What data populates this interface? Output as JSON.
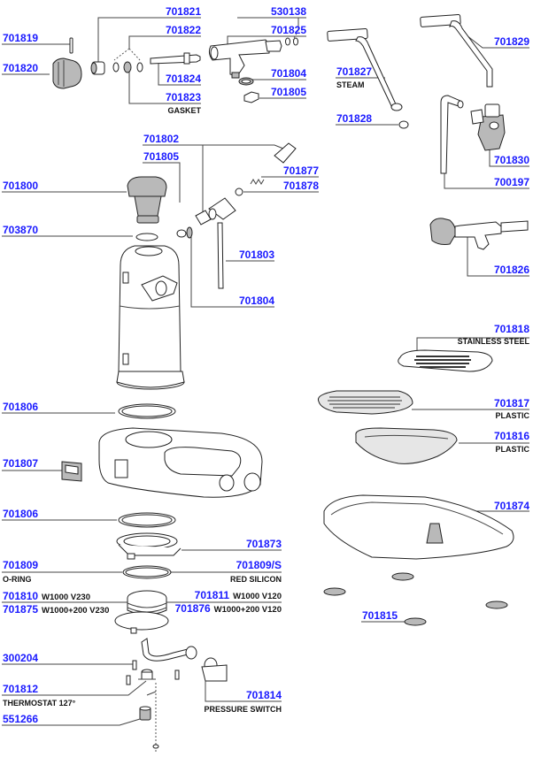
{
  "diagram": {
    "title": "Exploded parts diagram",
    "link_color": "#1a1aff",
    "text_color": "#111111"
  },
  "labels": {
    "p701821": {
      "code": "701821"
    },
    "p530138": {
      "code": "530138"
    },
    "p701819": {
      "code": "701819"
    },
    "p701822": {
      "code": "701822"
    },
    "p701825": {
      "code": "701825"
    },
    "p701820": {
      "code": "701820"
    },
    "p701824": {
      "code": "701824"
    },
    "p701823": {
      "code": "701823",
      "note": "GASKET"
    },
    "p701804a": {
      "code": "701804"
    },
    "p701805a": {
      "code": "701805"
    },
    "p701829": {
      "code": "701829"
    },
    "p701827": {
      "code": "701827",
      "note": "STEAM"
    },
    "p701828": {
      "code": "701828"
    },
    "p701830": {
      "code": "701830"
    },
    "p700197": {
      "code": "700197"
    },
    "p701802": {
      "code": "701802"
    },
    "p701805b": {
      "code": "701805"
    },
    "p701877": {
      "code": "701877"
    },
    "p701800": {
      "code": "701800"
    },
    "p701878": {
      "code": "701878"
    },
    "p703870": {
      "code": "703870"
    },
    "p701826": {
      "code": "701826"
    },
    "p701803": {
      "code": "701803"
    },
    "p701804b": {
      "code": "701804"
    },
    "p701818": {
      "code": "701818",
      "note": "STAINLESS STEEL"
    },
    "p701806a": {
      "code": "701806"
    },
    "p701817": {
      "code": "701817",
      "note": "PLASTIC"
    },
    "p701816": {
      "code": "701816",
      "note": "PLASTIC"
    },
    "p701807": {
      "code": "701807"
    },
    "p701806b": {
      "code": "701806"
    },
    "p701874": {
      "code": "701874"
    },
    "p701873": {
      "code": "701873"
    },
    "p701809": {
      "code": "701809",
      "note": "O-RING"
    },
    "p701809s": {
      "code": "701809/S",
      "note": "RED SILICON"
    },
    "p701810": {
      "code": "701810",
      "spec": "W1000 V230"
    },
    "p701875": {
      "code": "701875",
      "spec": "W1000+200 V230"
    },
    "p701811": {
      "code": "701811",
      "spec": "W1000 V120"
    },
    "p701876": {
      "code": "701876",
      "spec": "W1000+200 V120"
    },
    "p701815": {
      "code": "701815"
    },
    "p300204": {
      "code": "300204"
    },
    "p701812": {
      "code": "701812",
      "note": "THERMOSTAT 127°"
    },
    "p701814": {
      "code": "701814",
      "note": "PRESSURE SWITCH"
    },
    "p551266": {
      "code": "551266"
    }
  }
}
